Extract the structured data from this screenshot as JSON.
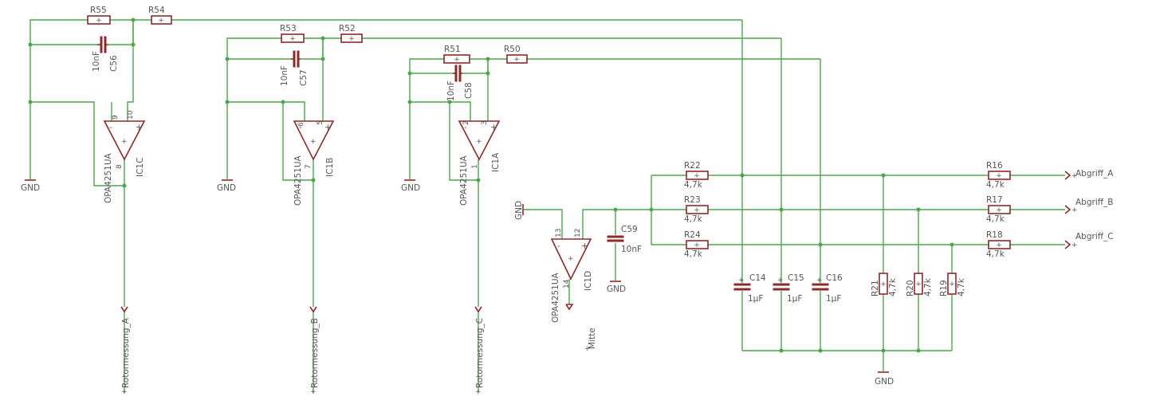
{
  "colors": {
    "wire": "#4ca64c",
    "symbol": "#8b2a2a",
    "text": "#555555",
    "background": "#ffffff"
  },
  "resistors": [
    {
      "name": "R55"
    },
    {
      "name": "R54"
    },
    {
      "name": "R53"
    },
    {
      "name": "R52"
    },
    {
      "name": "R51"
    },
    {
      "name": "R50"
    },
    {
      "name": "R22",
      "value": "4,7k"
    },
    {
      "name": "R23",
      "value": "4,7k"
    },
    {
      "name": "R24",
      "value": "4,7k"
    },
    {
      "name": "R16",
      "value": "4,7k"
    },
    {
      "name": "R17",
      "value": "4,7k"
    },
    {
      "name": "R18",
      "value": "4,7k"
    },
    {
      "name": "R21",
      "value": "4,7k"
    },
    {
      "name": "R20",
      "value": "4,7k"
    },
    {
      "name": "R19",
      "value": "4,7k"
    }
  ],
  "capacitors": [
    {
      "name": "C56",
      "value": "10nF"
    },
    {
      "name": "C57",
      "value": "10nF"
    },
    {
      "name": "C58",
      "value": "10nF"
    },
    {
      "name": "C59",
      "value": "10nF"
    },
    {
      "name": "C14",
      "value": "1µF"
    },
    {
      "name": "C15",
      "value": "1µF"
    },
    {
      "name": "C16",
      "value": "1µF"
    }
  ],
  "opamps": [
    {
      "name": "IC1C",
      "part": "OPA4251UA",
      "pin_minus": "9",
      "pin_plus": "10",
      "pin_out": "8"
    },
    {
      "name": "IC1B",
      "part": "OPA4251UA",
      "pin_minus": "6",
      "pin_plus": "5",
      "pin_out": "7"
    },
    {
      "name": "IC1A",
      "part": "OPA4251UA",
      "pin_minus": "2",
      "pin_plus": "3",
      "pin_out": "1"
    },
    {
      "name": "IC1D",
      "part": "OPA4251UA",
      "pin_minus": "13",
      "pin_plus": "12",
      "pin_out": "14"
    }
  ],
  "gnd_label": "GND",
  "net_labels": {
    "rotor_a": "Rotormessung_A",
    "rotor_b": "Rotormessung_B",
    "rotor_c": "Rotormessung_C",
    "mitte": "Mitte",
    "abgriff_a": "Abgriff_A",
    "abgriff_b": "Abgriff_B",
    "abgriff_c": "Abgriff_C"
  }
}
